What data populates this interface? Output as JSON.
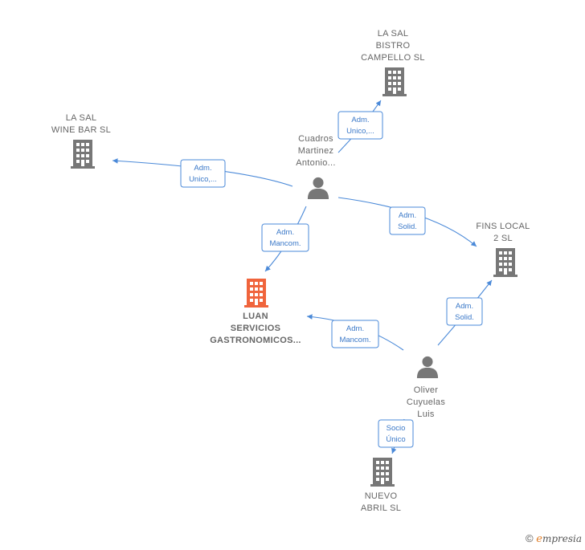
{
  "colors": {
    "edge": "#4a89d8",
    "company": "#777777",
    "focus_company": "#f0643c",
    "person": "#777777"
  },
  "nodes": [
    {
      "id": "la-sal-bistro",
      "type": "company",
      "lines": [
        "LA SAL",
        "BISTRO",
        "CAMPELLO  SL"
      ]
    },
    {
      "id": "la-sal-wine-bar",
      "type": "company",
      "lines": [
        "LA SAL",
        "WINE BAR  SL"
      ]
    },
    {
      "id": "cuadros",
      "type": "person",
      "lines": [
        "Cuadros",
        "Martinez",
        "Antonio..."
      ]
    },
    {
      "id": "fins-local",
      "type": "company",
      "lines": [
        "FINS LOCAL",
        "2  SL"
      ]
    },
    {
      "id": "luan",
      "type": "company",
      "focus": true,
      "lines": [
        "LUAN",
        "SERVICIOS",
        "GASTRONOMICOS..."
      ]
    },
    {
      "id": "oliver",
      "type": "person",
      "lines": [
        "Oliver",
        "Cuyuelas",
        "Luis"
      ]
    },
    {
      "id": "nuevo-abril",
      "type": "company",
      "lines": [
        "NUEVO",
        "ABRIL  SL"
      ]
    }
  ],
  "edges": [
    {
      "id": "cuadros-bistro",
      "lines": [
        "Adm.",
        "Unico,..."
      ]
    },
    {
      "id": "cuadros-winebar",
      "lines": [
        "Adm.",
        "Unico,..."
      ]
    },
    {
      "id": "cuadros-fins",
      "lines": [
        "Adm.",
        "Solid."
      ]
    },
    {
      "id": "cuadros-luan",
      "lines": [
        "Adm.",
        "Mancom."
      ]
    },
    {
      "id": "oliver-luan",
      "lines": [
        "Adm.",
        "Mancom."
      ]
    },
    {
      "id": "oliver-fins",
      "lines": [
        "Adm.",
        "Solid."
      ]
    },
    {
      "id": "oliver-nuevo",
      "lines": [
        "Socio",
        "Único"
      ]
    }
  ],
  "footer": {
    "copyright": "©",
    "brand_e": "e",
    "brand_rest": "mpresia"
  }
}
